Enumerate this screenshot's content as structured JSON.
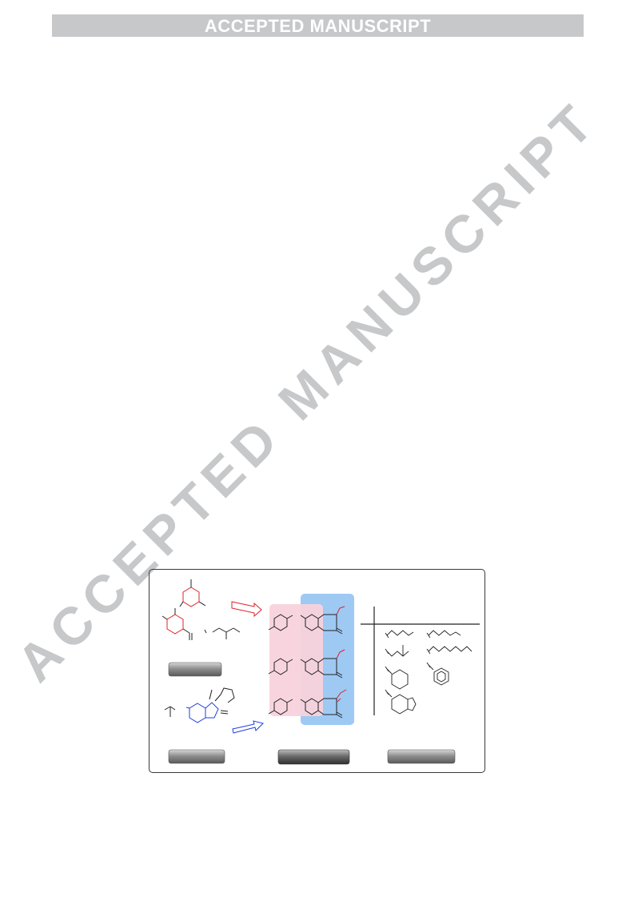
{
  "header": {
    "banner_text": "ACCEPTED MANUSCRIPT"
  },
  "watermark": {
    "text": "ACCEPTED MANUSCRIPT",
    "color": "#c7c8ca"
  },
  "graphical_abstract": {
    "colors": {
      "red_ring": "#e0202a",
      "blue_ring": "#1f3fe0",
      "pink_panel": "#f8d3dc",
      "blue_panel": "#9ec9f3",
      "button_grey": "#8a8a8a"
    },
    "buttons": [
      "",
      "",
      "",
      ""
    ],
    "table_rows": 4
  }
}
